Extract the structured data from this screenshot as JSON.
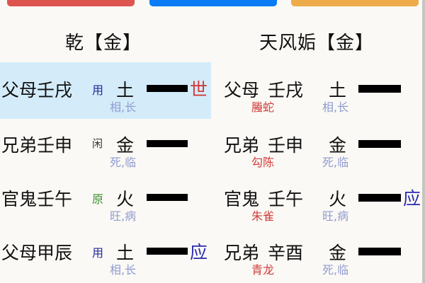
{
  "top_buttons": [
    {
      "color": "#de5550"
    },
    {
      "color": "#0a7cf5"
    },
    {
      "color": "#eeab4a"
    }
  ],
  "left_hexagram": {
    "title": "乾【金】",
    "rows": [
      {
        "liuqin_ganzhi": "父母壬戌",
        "marker": "用",
        "element": "土",
        "state": "相,长",
        "line": "yang",
        "mark": "世",
        "highlighted": true
      },
      {
        "liuqin_ganzhi": "兄弟壬申",
        "marker": "闲",
        "element": "金",
        "state": "死,临",
        "line": "yang",
        "mark": ""
      },
      {
        "liuqin_ganzhi": "官鬼壬午",
        "marker": "原",
        "element": "火",
        "state": "旺,病",
        "line": "yang",
        "mark": ""
      },
      {
        "liuqin_ganzhi": "父母甲辰",
        "marker": "用",
        "element": "土",
        "state": "相,长",
        "line": "yang",
        "mark": "应"
      }
    ]
  },
  "right_hexagram": {
    "title": "天风姤【金】",
    "rows": [
      {
        "liuqin": "父母",
        "ganzhi": "壬戌",
        "beast": "螣蛇",
        "element": "土",
        "state": "相,长",
        "line": "yang",
        "mark": ""
      },
      {
        "liuqin": "兄弟",
        "ganzhi": "壬申",
        "beast": "勾陈",
        "element": "金",
        "state": "死,临",
        "line": "yang",
        "mark": ""
      },
      {
        "liuqin": "官鬼",
        "ganzhi": "壬午",
        "beast": "朱雀",
        "element": "火",
        "state": "旺,病",
        "line": "yang",
        "mark": "应"
      },
      {
        "liuqin": "兄弟",
        "ganzhi": "辛酉",
        "beast": "青龙",
        "element": "金",
        "state": "死,临",
        "line": "yang",
        "mark": ""
      }
    ]
  },
  "colors": {
    "background": "#fbf9f5",
    "highlight": "#d4ecfa",
    "shi_mark": "#cf3c3c",
    "ying_mark": "#2a2ab0",
    "yong_marker": "#22289a",
    "yuan_marker": "#3d8f2f",
    "state_text": "#8f9bd0",
    "beast_text": "#cf3c3c"
  }
}
